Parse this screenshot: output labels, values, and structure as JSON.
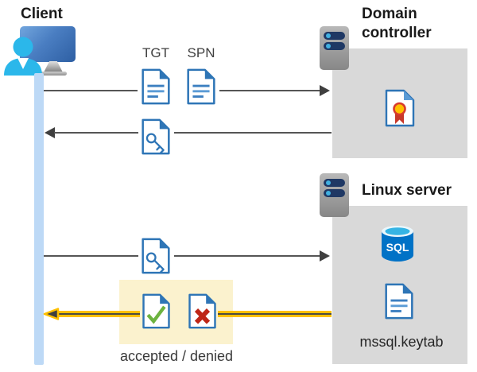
{
  "labels": {
    "client": "Client",
    "domain_controller": "Domain controller",
    "linux_server": "Linux server",
    "tgt": "TGT",
    "spn": "SPN",
    "sql": "SQL",
    "keytab": "mssql.keytab",
    "result": "accepted / denied"
  },
  "colors": {
    "document_blue": "#2E75B6",
    "person_cyan": "#2BB7EA",
    "lifeline_blue": "#BDD9F6",
    "panel_gray": "#D9D9D9",
    "highlight_yellow_bg": "#FBF2CE",
    "arrow_gray": "#555555",
    "highlight_arrow_yellow": "#FFC000",
    "accepted_green": "#6DB33F",
    "denied_red": "#BE2617",
    "sql_blue": "#0072C6",
    "certificate_gold": "#FFC000",
    "certificate_red": "#C7382A",
    "server_pill_navy": "#1F3864"
  }
}
